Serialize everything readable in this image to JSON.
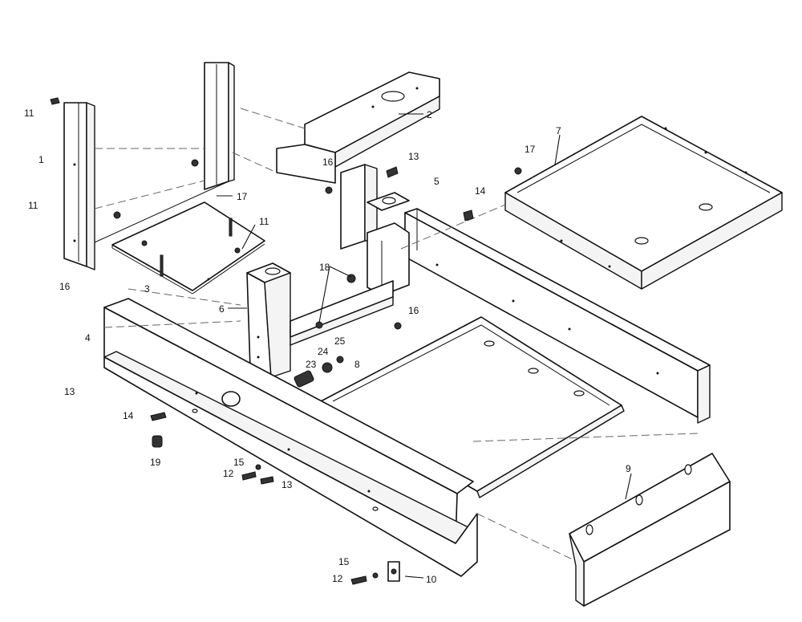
{
  "callouts": [
    {
      "id": "c-11-a",
      "text": "11"
    },
    {
      "id": "c-1",
      "text": "1"
    },
    {
      "id": "c-11-b",
      "text": "11"
    },
    {
      "id": "c-2",
      "text": "2"
    },
    {
      "id": "c-16-a",
      "text": "16"
    },
    {
      "id": "c-13-a",
      "text": "13"
    },
    {
      "id": "c-7",
      "text": "7"
    },
    {
      "id": "c-17-a",
      "text": "17"
    },
    {
      "id": "c-5",
      "text": "5"
    },
    {
      "id": "c-14-a",
      "text": "14"
    },
    {
      "id": "c-17-b",
      "text": "17"
    },
    {
      "id": "c-11-c",
      "text": "11"
    },
    {
      "id": "c-16-b",
      "text": "16"
    },
    {
      "id": "c-3",
      "text": "3"
    },
    {
      "id": "c-18",
      "text": "18"
    },
    {
      "id": "c-6",
      "text": "6"
    },
    {
      "id": "c-16-c",
      "text": "16"
    },
    {
      "id": "c-4",
      "text": "4"
    },
    {
      "id": "c-25",
      "text": "25"
    },
    {
      "id": "c-24",
      "text": "24"
    },
    {
      "id": "c-23",
      "text": "23"
    },
    {
      "id": "c-8",
      "text": "8"
    },
    {
      "id": "c-13-b",
      "text": "13"
    },
    {
      "id": "c-14-b",
      "text": "14"
    },
    {
      "id": "c-19",
      "text": "19"
    },
    {
      "id": "c-15-a",
      "text": "15"
    },
    {
      "id": "c-12-a",
      "text": "12"
    },
    {
      "id": "c-13-c",
      "text": "13"
    },
    {
      "id": "c-9",
      "text": "9"
    },
    {
      "id": "c-15-b",
      "text": "15"
    },
    {
      "id": "c-12-b",
      "text": "12"
    },
    {
      "id": "c-10",
      "text": "10"
    }
  ]
}
